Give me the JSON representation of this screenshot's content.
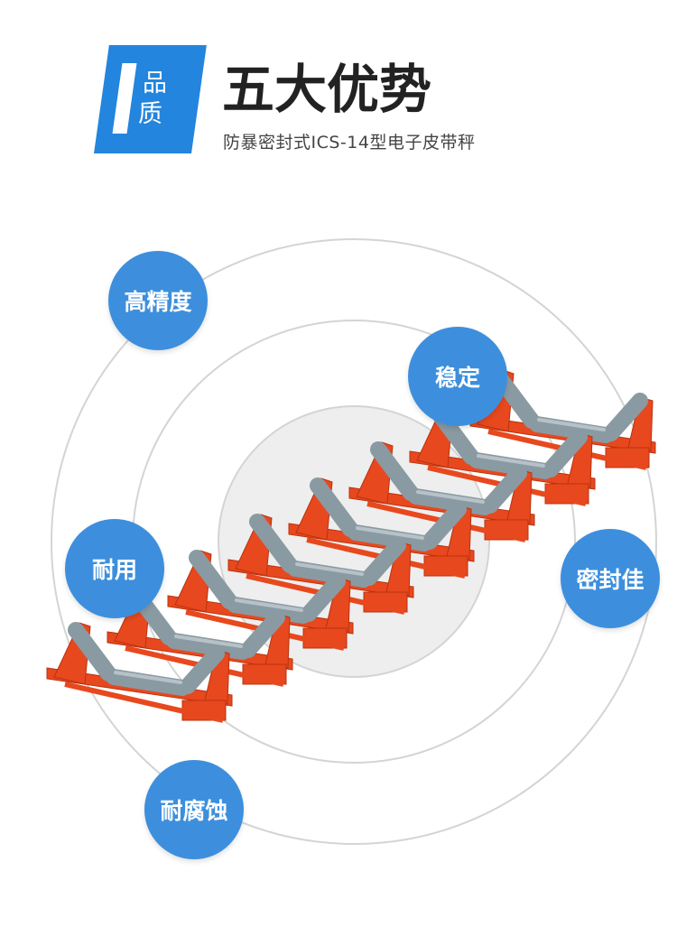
{
  "header": {
    "badge_top": "品",
    "badge_bottom": "质",
    "title": "五大优势",
    "subtitle": "防暴密封式ICS-14型电子皮带秤"
  },
  "features": [
    {
      "label": "高精度"
    },
    {
      "label": "稳定"
    },
    {
      "label": "耐用"
    },
    {
      "label": "密封佳"
    },
    {
      "label": "耐腐蚀"
    }
  ],
  "colors": {
    "accent": "#3d8fdd",
    "badge": "#2385dd",
    "frame": "#e8481e",
    "roller": "#8a9aa2"
  }
}
